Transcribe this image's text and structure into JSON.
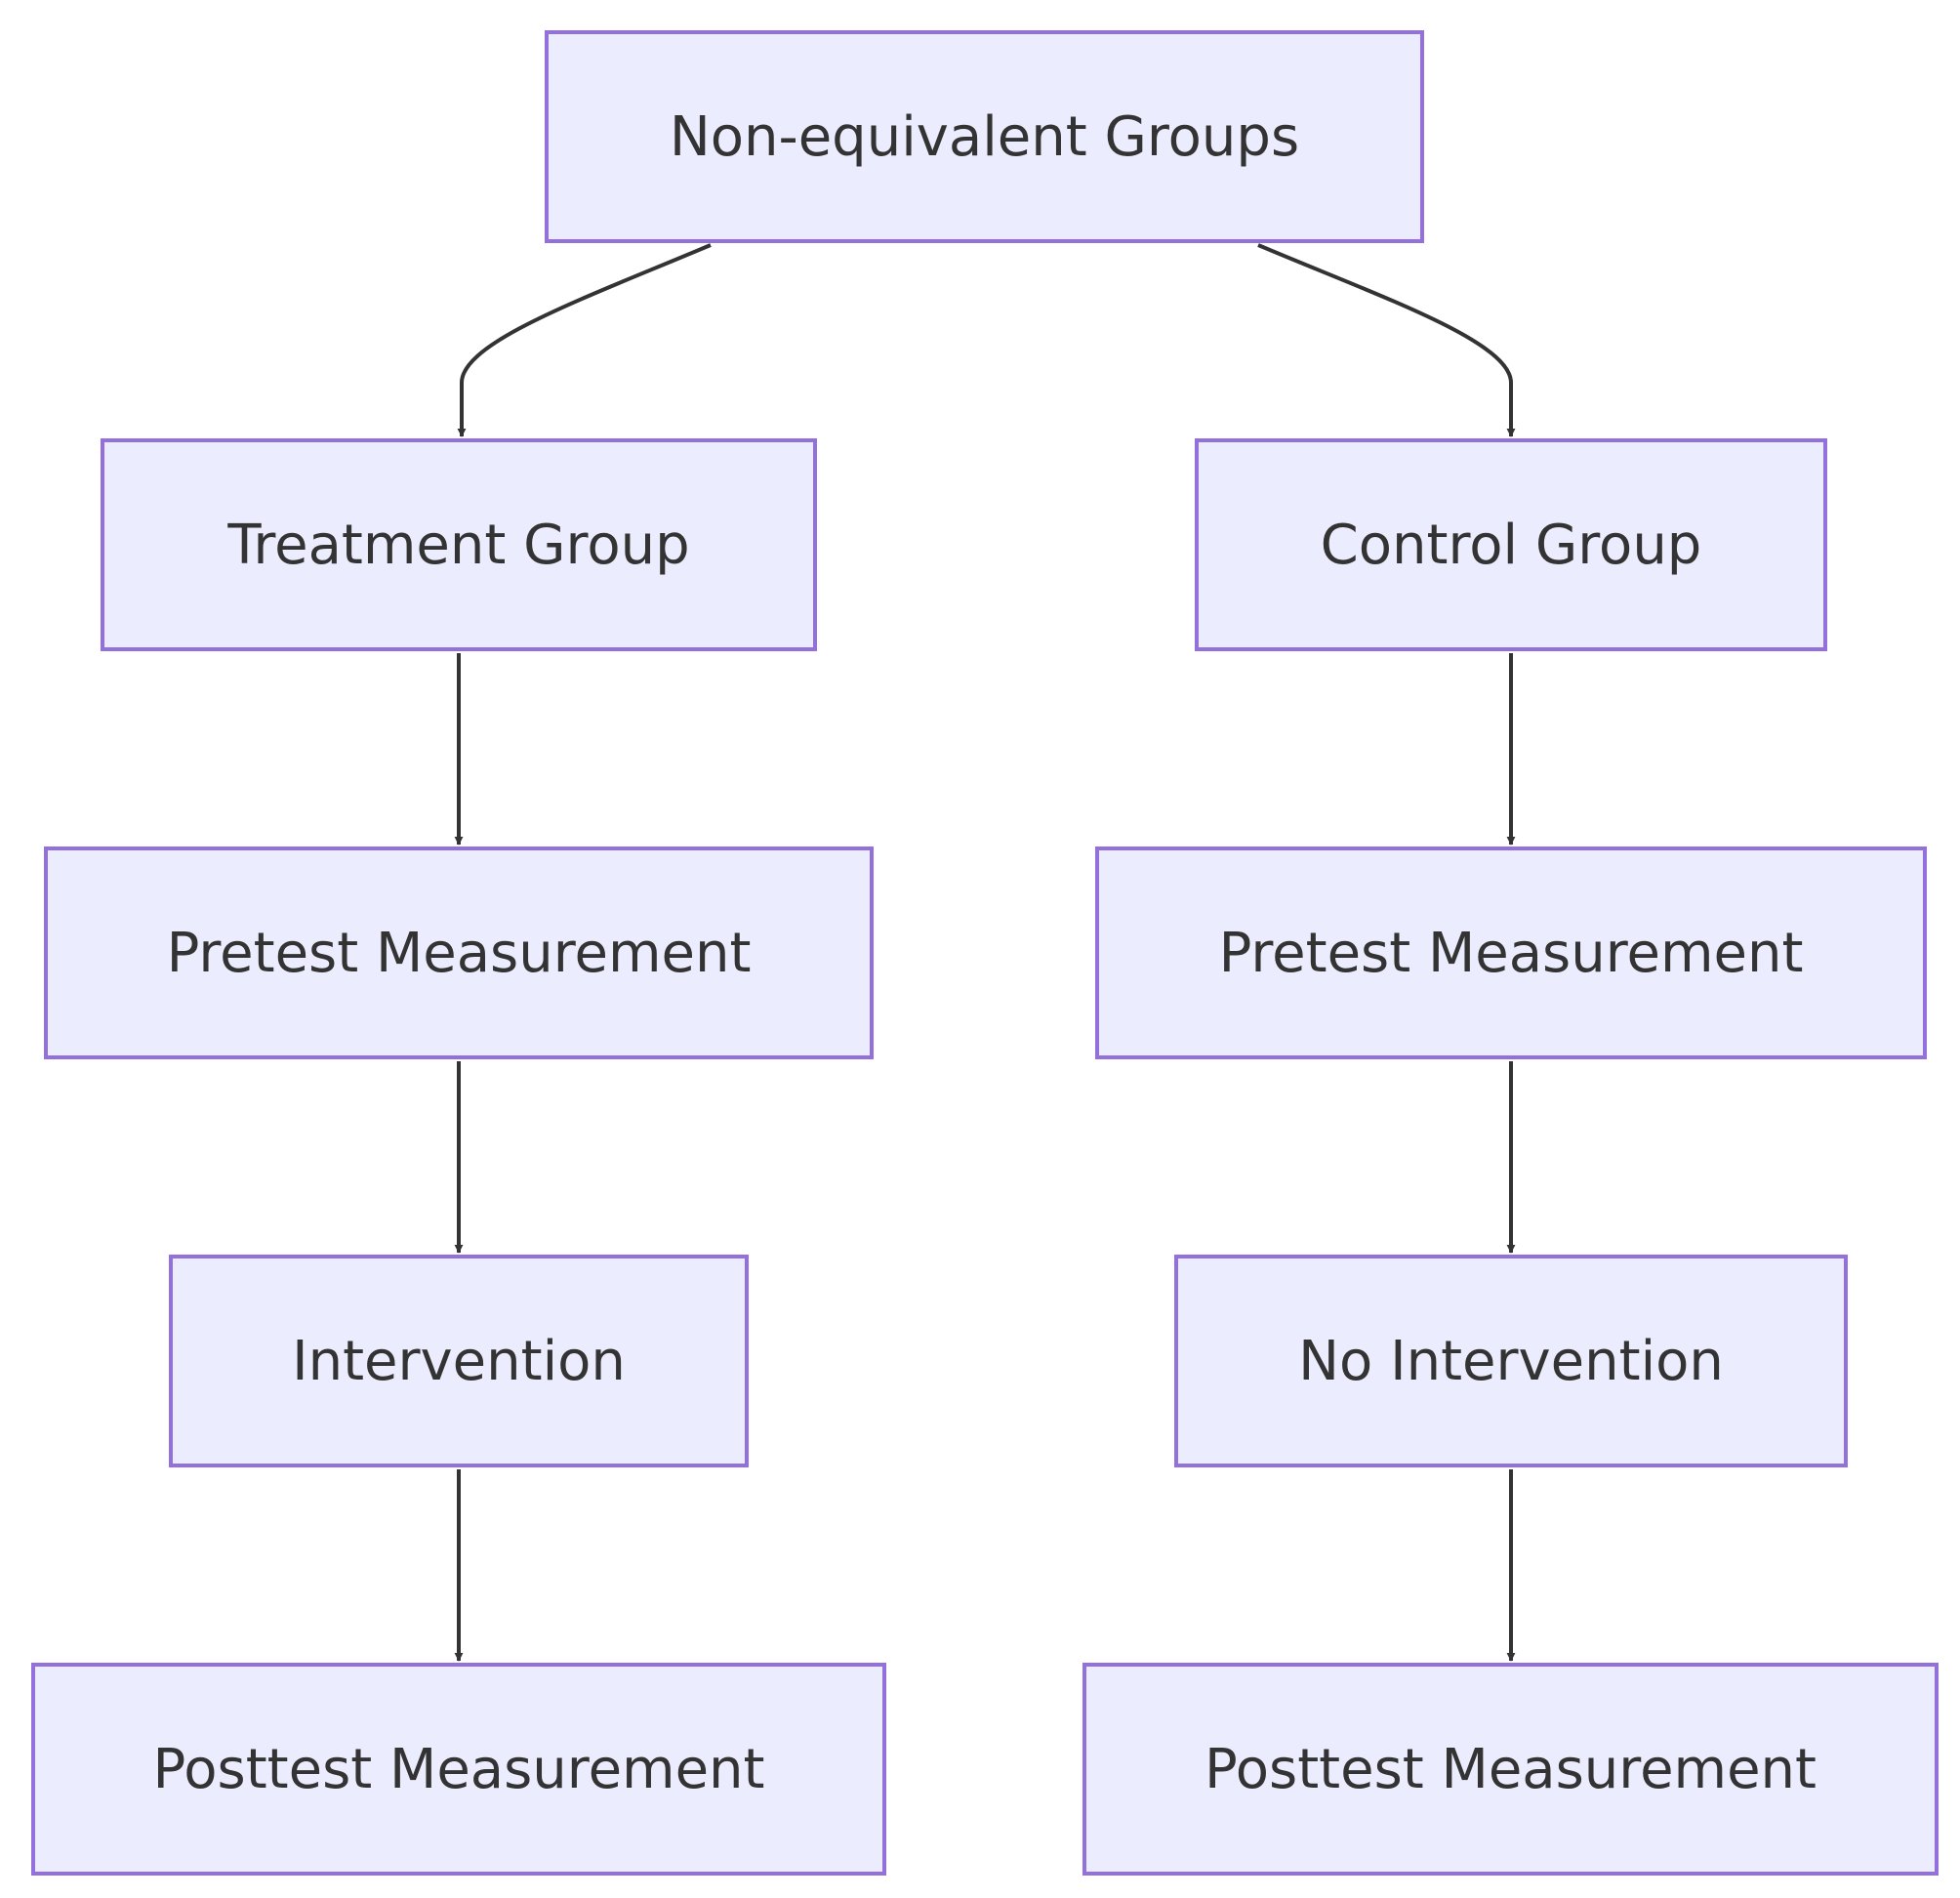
{
  "diagram": {
    "type": "flowchart",
    "colors": {
      "node_fill": "#ececff",
      "node_stroke": "#9370db",
      "text": "#333333",
      "edge": "#333333"
    },
    "nodes": {
      "root": "Non-equivalent Groups",
      "treatment": "Treatment Group",
      "control": "Control Group",
      "pretest_treatment": "Pretest Measurement",
      "pretest_control": "Pretest Measurement",
      "intervention": "Intervention",
      "no_intervention": "No Intervention",
      "posttest_treatment": "Posttest Measurement",
      "posttest_control": "Posttest Measurement"
    },
    "edges": [
      {
        "from": "root",
        "to": "treatment"
      },
      {
        "from": "root",
        "to": "control"
      },
      {
        "from": "treatment",
        "to": "pretest_treatment"
      },
      {
        "from": "control",
        "to": "pretest_control"
      },
      {
        "from": "pretest_treatment",
        "to": "intervention"
      },
      {
        "from": "pretest_control",
        "to": "no_intervention"
      },
      {
        "from": "intervention",
        "to": "posttest_treatment"
      },
      {
        "from": "no_intervention",
        "to": "posttest_control"
      }
    ]
  }
}
